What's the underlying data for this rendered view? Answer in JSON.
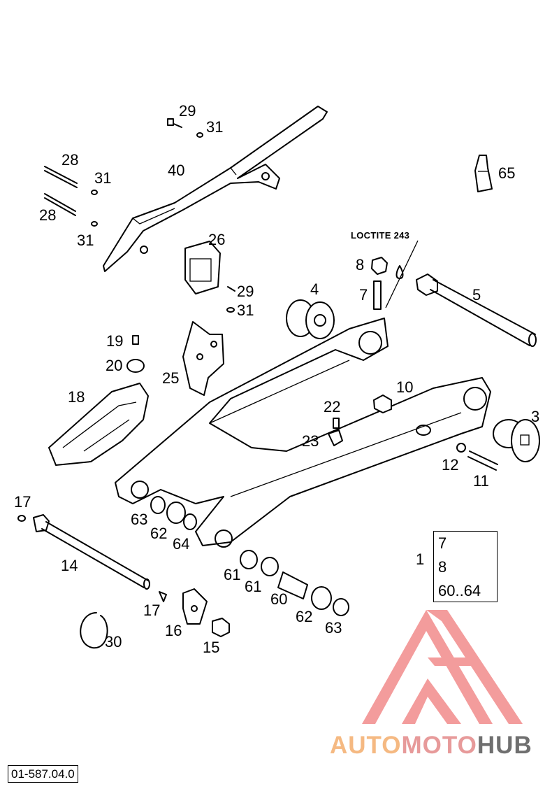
{
  "callouts": [
    {
      "id": "c29a",
      "text": "29"
    },
    {
      "id": "c31a",
      "text": "31"
    },
    {
      "id": "c28a",
      "text": "28"
    },
    {
      "id": "c31b",
      "text": "31"
    },
    {
      "id": "c40",
      "text": "40"
    },
    {
      "id": "c28b",
      "text": "28"
    },
    {
      "id": "c31c",
      "text": "31"
    },
    {
      "id": "c65",
      "text": "65"
    },
    {
      "id": "c26",
      "text": "26"
    },
    {
      "id": "c8",
      "text": "8"
    },
    {
      "id": "c29b",
      "text": "29"
    },
    {
      "id": "c4",
      "text": "4"
    },
    {
      "id": "c7",
      "text": "7"
    },
    {
      "id": "c5",
      "text": "5"
    },
    {
      "id": "c31d",
      "text": "31"
    },
    {
      "id": "c19",
      "text": "19"
    },
    {
      "id": "c20",
      "text": "20"
    },
    {
      "id": "c25",
      "text": "25"
    },
    {
      "id": "c10",
      "text": "10"
    },
    {
      "id": "c18",
      "text": "18"
    },
    {
      "id": "c22",
      "text": "22"
    },
    {
      "id": "c3",
      "text": "3"
    },
    {
      "id": "c23",
      "text": "23"
    },
    {
      "id": "c12",
      "text": "12"
    },
    {
      "id": "c11",
      "text": "11"
    },
    {
      "id": "c17a",
      "text": "17"
    },
    {
      "id": "c63a",
      "text": "63"
    },
    {
      "id": "c62a",
      "text": "62"
    },
    {
      "id": "c64",
      "text": "64"
    },
    {
      "id": "c1",
      "text": "1"
    },
    {
      "id": "c14",
      "text": "14"
    },
    {
      "id": "c61a",
      "text": "61"
    },
    {
      "id": "c61b",
      "text": "61"
    },
    {
      "id": "c60",
      "text": "60"
    },
    {
      "id": "c17b",
      "text": "17"
    },
    {
      "id": "c62b",
      "text": "62"
    },
    {
      "id": "c16",
      "text": "16"
    },
    {
      "id": "c63b",
      "text": "63"
    },
    {
      "id": "c30",
      "text": "30"
    },
    {
      "id": "c15",
      "text": "15"
    }
  ],
  "loctite_label": "LOCTITE 243",
  "kit_box": {
    "lines": [
      "7",
      "8",
      "60..64"
    ]
  },
  "drawing_id": "01-587.04.0",
  "watermark": {
    "part1": "AUTO",
    "part2": "MOTO",
    "part3": "HUB",
    "colors": {
      "auto": "#f5b982",
      "moto": "#e79a9a",
      "hub": "#6f6f6f",
      "logo": "#f28b8b"
    }
  }
}
